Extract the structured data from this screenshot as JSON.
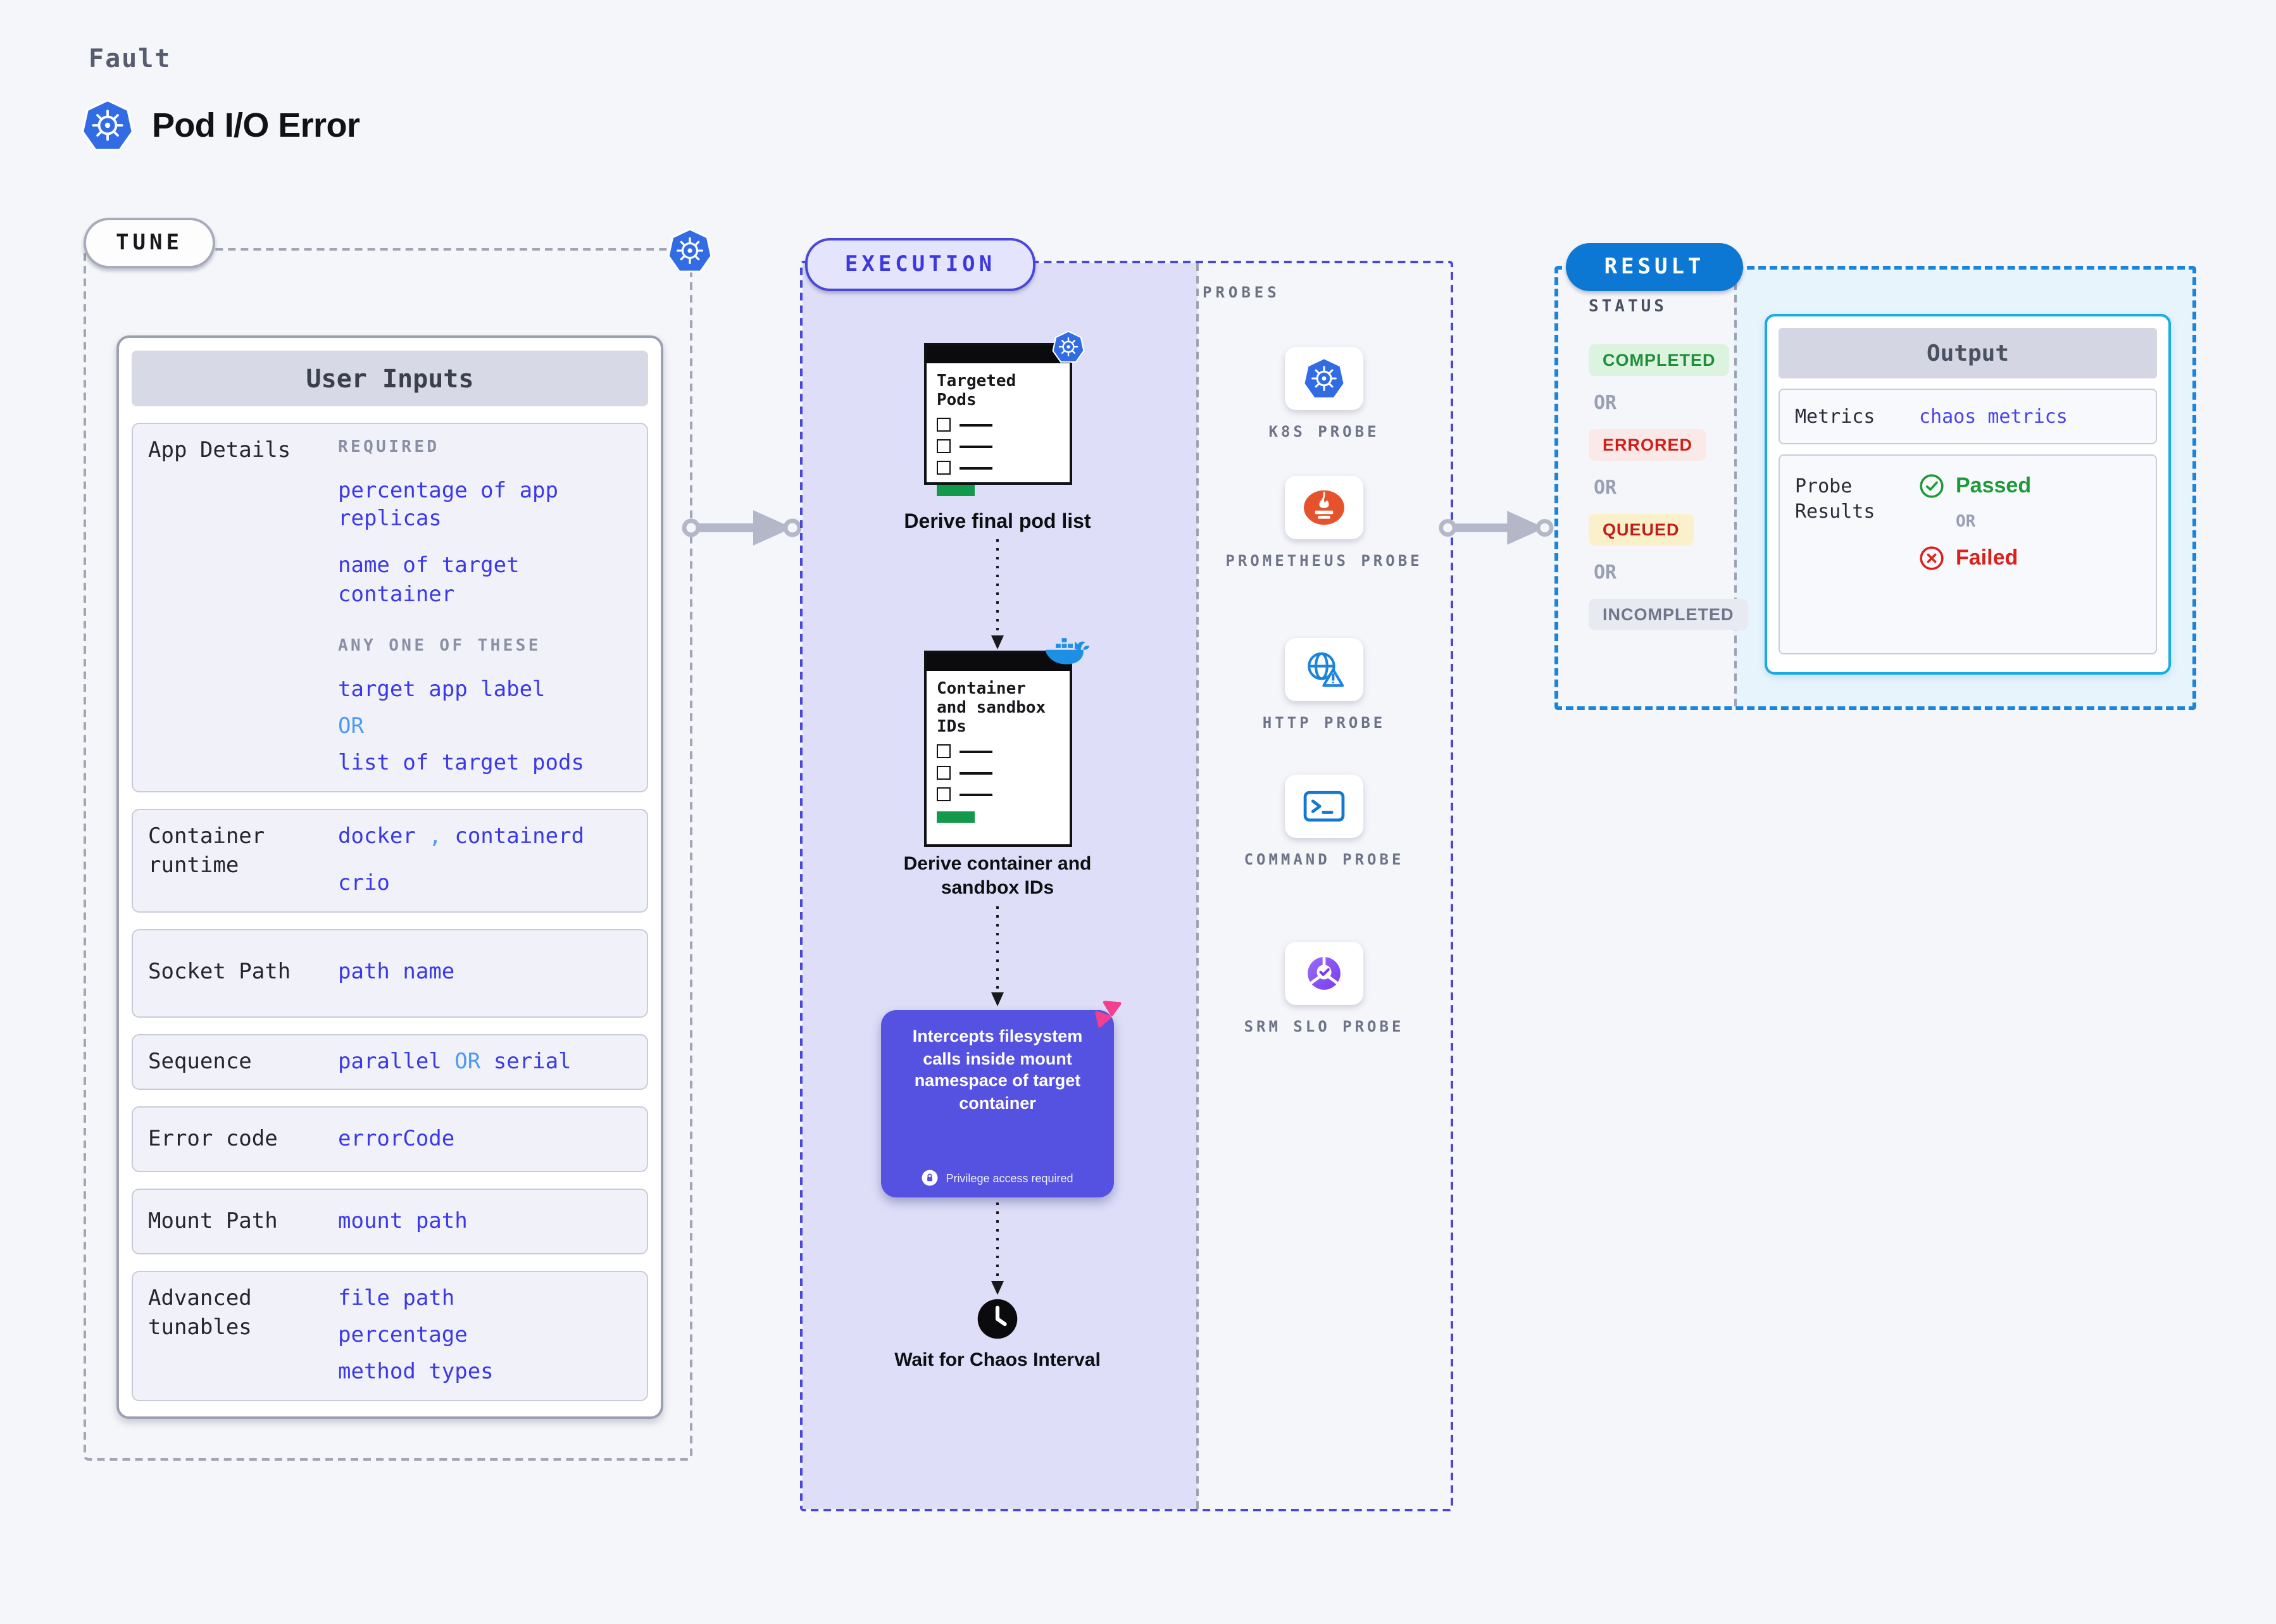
{
  "header": {
    "eyebrow": "Fault",
    "title": "Pod I/O Error"
  },
  "tune": {
    "badge": "TUNE",
    "panel_title": "User Inputs",
    "app_details": {
      "label": "App Details",
      "required_heading": "REQUIRED",
      "required_1": "percentage of app replicas",
      "required_2": "name of target container",
      "any_heading": "ANY ONE OF THESE",
      "option_1": "target app label",
      "or": "OR",
      "option_2": "list of target pods"
    },
    "container_runtime": {
      "label": "Container runtime",
      "value_1": "docker",
      "separator": ",",
      "value_2": "containerd",
      "value_3": "crio"
    },
    "socket_path": {
      "label": "Socket Path",
      "value": "path name"
    },
    "sequence": {
      "label": "Sequence",
      "value_1": "parallel",
      "or": "OR",
      "value_2": "serial"
    },
    "error_code": {
      "label": "Error code",
      "value": "errorCode"
    },
    "mount_path": {
      "label": "Mount Path",
      "value": "mount path"
    },
    "advanced_tunables": {
      "label": "Advanced tunables",
      "value_1": "file path",
      "value_2": "percentage",
      "value_3": "method types"
    }
  },
  "execution": {
    "badge": "EXECUTION",
    "step_1_card_title": "Targeted Pods",
    "step_1_caption": "Derive final pod list",
    "step_2_card_title": "Container and sandbox IDs",
    "step_2_caption": "Derive container and sandbox IDs",
    "step_3_text": "Intercepts filesystem calls inside mount namespace of target container",
    "step_3_note": "Privilege access required",
    "step_4_caption": "Wait for Chaos Interval"
  },
  "probes": {
    "heading": "PROBES",
    "items": [
      {
        "label": "K8S PROBE",
        "icon": "kubernetes-icon"
      },
      {
        "label": "PROMETHEUS PROBE",
        "icon": "prometheus-icon"
      },
      {
        "label": "HTTP PROBE",
        "icon": "http-globe-warning-icon"
      },
      {
        "label": "COMMAND PROBE",
        "icon": "terminal-icon"
      },
      {
        "label": "SRM SLO PROBE",
        "icon": "srm-slo-donut-icon"
      }
    ]
  },
  "result": {
    "badge": "RESULT",
    "status_heading": "STATUS",
    "or": "OR",
    "statuses": [
      {
        "label": "COMPLETED",
        "type": "success"
      },
      {
        "label": "ERRORED",
        "type": "error"
      },
      {
        "label": "QUEUED",
        "type": "warning"
      },
      {
        "label": "INCOMPLETED",
        "type": "neutral"
      }
    ],
    "output": {
      "title": "Output",
      "metrics_label": "Metrics",
      "metrics_value": "chaos metrics",
      "probe_results_label": "Probe Results",
      "passed_label": "Passed",
      "or": "OR",
      "failed_label": "Failed"
    }
  },
  "colors": {
    "kubernetes_blue": "#326CE5",
    "indigo_accent": "#4A46D9",
    "result_blue": "#0C78D4",
    "cyan_border": "#17ADE2",
    "value_text_blue": "#3B38EA",
    "or_light_blue": "#4D9AF5",
    "purple_step_box": "#5551E1",
    "pink_badge": "#F2408F",
    "passed_green": "#1E9A39",
    "failed_red": "#DB211D",
    "queued_bg": "#FAF0C9",
    "lavender_panel": "#DEDEF8"
  }
}
